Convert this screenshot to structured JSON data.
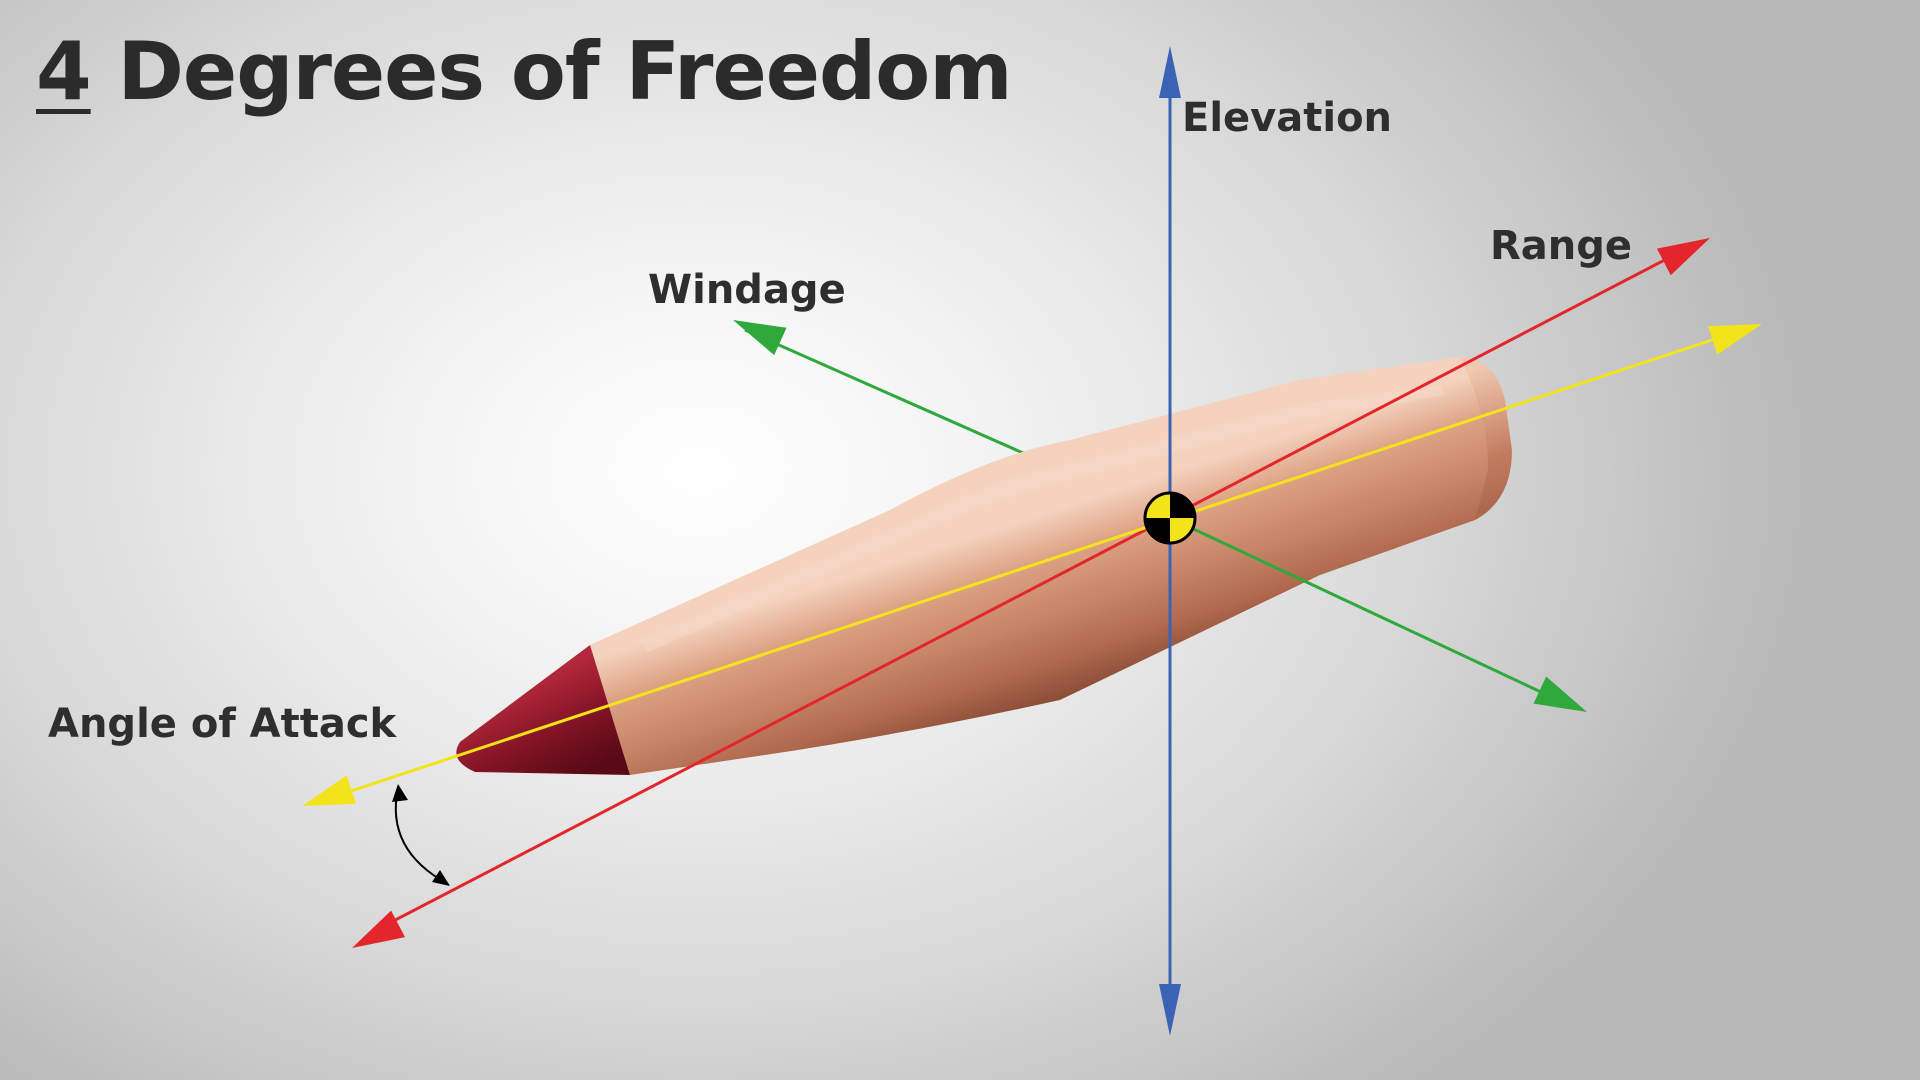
{
  "title": {
    "number": "4",
    "text": " Degrees of Freedom"
  },
  "axes": {
    "elevation": {
      "label": "Elevation",
      "color": "#3b63b5"
    },
    "range": {
      "label": "Range",
      "color": "#e3262b"
    },
    "windage": {
      "label": "Windage",
      "color": "#2fa83c"
    },
    "angle_of_attack": {
      "label": "Angle of Attack",
      "color": "#f3e31b"
    }
  },
  "colors": {
    "bullet_body": "#c98a6c",
    "bullet_tip": "#7e1020",
    "center_of_gravity_marker": [
      "#000000",
      "#f3e31b"
    ],
    "text": "#2e2e2e"
  },
  "icons": {
    "center_of_gravity": "cg-marker-icon",
    "rotation_arrow": "curved-double-arrow-icon"
  }
}
